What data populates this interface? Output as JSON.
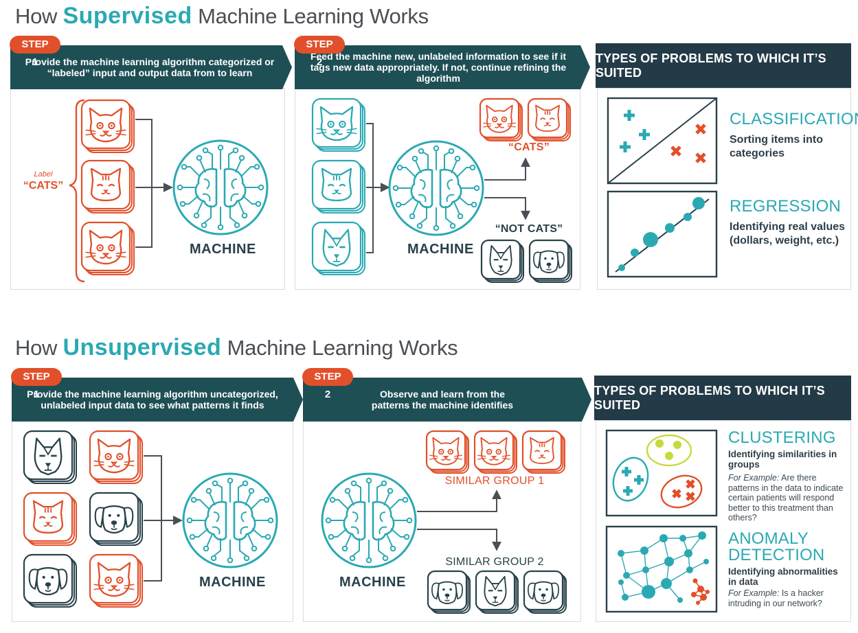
{
  "supervised": {
    "title_pre": "How",
    "title_hl": "Supervised",
    "title_post": "Machine Learning Works",
    "step1": {
      "pill": "STEP 1",
      "text": "Provide the machine learning algorithm categorized or “labeled” input and output data from to learn",
      "label_small": "Label",
      "label_big": "“CATS”",
      "machine": "MACHINE"
    },
    "step2": {
      "pill": "STEP 2",
      "text": "Feed the machine new, unlabeled information to see if it tags new data appropriately. If not, continue refining the algorithm",
      "cats": "“CATS”",
      "not_cats": "“NOT CATS”",
      "machine": "MACHINE"
    },
    "types": {
      "heading": "TYPES OF PROBLEMS TO WHICH IT’S SUITED",
      "classification": {
        "title": "CLASSIFICATION",
        "desc": "Sorting items into categories"
      },
      "regression": {
        "title": "REGRESSION",
        "desc": "Identifying real values (dollars, weight, etc.)"
      }
    }
  },
  "unsupervised": {
    "title_pre": "How",
    "title_hl": "Unsupervised",
    "title_post": "Machine Learning Works",
    "step1": {
      "pill": "STEP 1",
      "text": "Provide the machine learning algorithm uncategorized, unlabeled input data to see what patterns it finds",
      "machine": "MACHINE"
    },
    "step2": {
      "pill": "STEP 2",
      "text": "Observe and learn from the patterns the machine identifies",
      "group1": "SIMILAR GROUP 1",
      "group2": "SIMILAR GROUP 2",
      "machine": "MACHINE"
    },
    "types": {
      "heading": "TYPES OF PROBLEMS TO WHICH IT’S SUITED",
      "clustering": {
        "title": "CLUSTERING",
        "desc": "Identifying similarities in groups",
        "example_label": "For Example:",
        "example": "Are there patterns in the data to indicate certain patients will respond better to this treatment than others?"
      },
      "anomaly": {
        "title": "ANOMALY DETECTION",
        "desc": "Identifying abnormalities in data",
        "example_label": "For Example:",
        "example": "Is a hacker intruding in our network?"
      }
    }
  },
  "colors": {
    "teal": "#2aa9b3",
    "orange": "#e1502a",
    "dark": "#1e4f55",
    "navy": "#233a47"
  }
}
